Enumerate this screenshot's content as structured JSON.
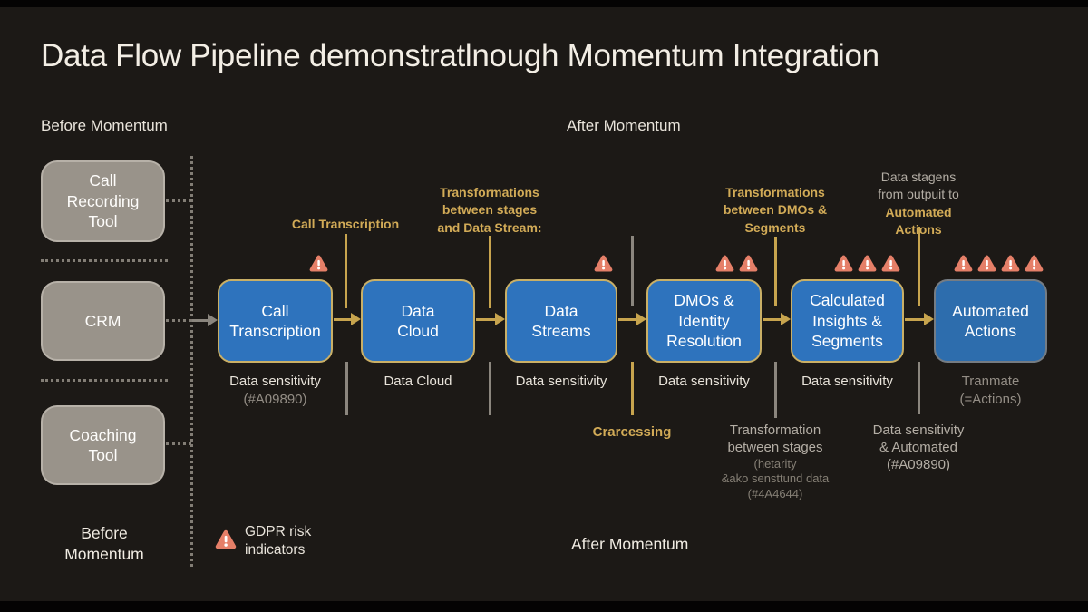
{
  "title": "Data Flow Pipeline demonstratlnough Momentum Integration",
  "sections": {
    "before_label_top": "Before Momentum",
    "after_label_top": "After Momentum",
    "before_label_bottom": "Before\nMomentum",
    "after_label_bottom": "After Momentum"
  },
  "before_tools": [
    {
      "label": "Call\nRecording\nTool"
    },
    {
      "label": "CRM"
    },
    {
      "label": "Coaching\nTool"
    }
  ],
  "pipeline": [
    {
      "label": "Call\nTranscription",
      "warnings": 1,
      "sublabel": "Data sensitivity",
      "subnote": "(#A09890)"
    },
    {
      "label": "Data\nCloud",
      "warnings": 0,
      "sublabel": "Data Cloud",
      "subnote": ""
    },
    {
      "label": "Data\nStreams",
      "warnings": 1,
      "sublabel": "Data sensitivity",
      "subnote": ""
    },
    {
      "label": "DMOs &\nIdentity\nResolution",
      "warnings": 2,
      "sublabel": "Data sensitivity",
      "subnote": ""
    },
    {
      "label": "Calculated\nInsights &\nSegments",
      "warnings": 3,
      "sublabel": "Data sensitivity",
      "subnote": ""
    },
    {
      "label": "Automated\nActions",
      "warnings": 4,
      "sublabel": "Tranmate",
      "subnote": "(=Actions)"
    }
  ],
  "annotations_top": {
    "call_transcription": "Call Transcription",
    "transform_stages_stream": "Transformations\nbetween stages\nand Data Stream:",
    "transform_dmos_segments": "Transformations\nbetween DMOs &\nSegments",
    "data_stagens_gray": "Data stagens\nfrom outpuit to",
    "data_stagens_yellow": "Automated\nActions"
  },
  "annotations_bottom": {
    "crarcessing": "Crarcessing",
    "transform_between_stages": "Transformation\nbetween stages",
    "transform_between_stages_sub": "(hetarity\n&ako sensttund data\n(#4A4644)",
    "data_sensitivity_automated": "Data sensitivity\n& Automated\n(#A09890)"
  },
  "legend": {
    "label": "GDPR risk\nindicators"
  },
  "colors": {
    "accent_yellow": "#d2ab57",
    "line_yellow": "#c7a44e",
    "box_blue": "#2e73bd",
    "box_border_tan": "#c9af66",
    "warning_red": "#e57f68",
    "gray_box": "#99938a",
    "line_gray": "#8b867e",
    "background": "#1c1916"
  }
}
